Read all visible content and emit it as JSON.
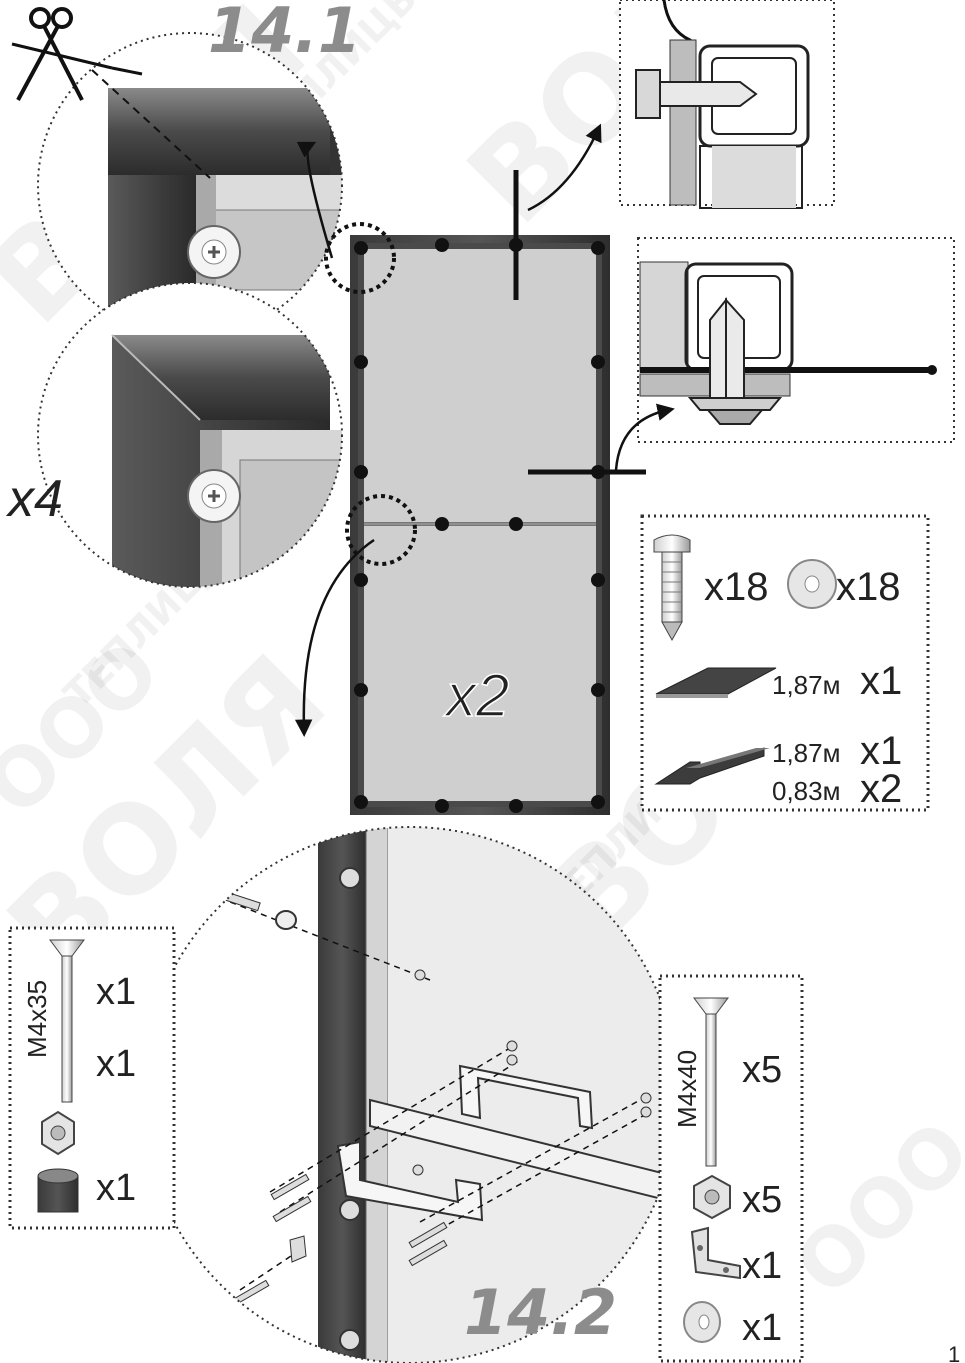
{
  "watermark": {
    "brand": "ВОЛЯ",
    "word": "ТЕПЛИЦЫ",
    "prefix": "ООО"
  },
  "steps": {
    "step1": "14.1",
    "step2": "14.2"
  },
  "multipliers": {
    "corners": "x4",
    "panels": "x2"
  },
  "parts_box_main": {
    "screw_qty": "x18",
    "washer_qty": "x18",
    "strip1_len": "1,87м",
    "strip1_qty": "x1",
    "strip2_len": "1,87м",
    "strip2_qty": "x1",
    "strip3_len": "0,83м",
    "strip3_qty": "x2"
  },
  "parts_box_left": {
    "bolt_label": "M4x35",
    "bolt_qty1": "x1",
    "bolt_qty2": "x1",
    "spacer_qty": "x1"
  },
  "parts_box_right": {
    "bolt_label": "M4x40",
    "bolt_qty": "x5",
    "nut_qty": "x5",
    "bracket_qty": "x1",
    "washer_qty": "x1"
  },
  "page_number": "1"
}
